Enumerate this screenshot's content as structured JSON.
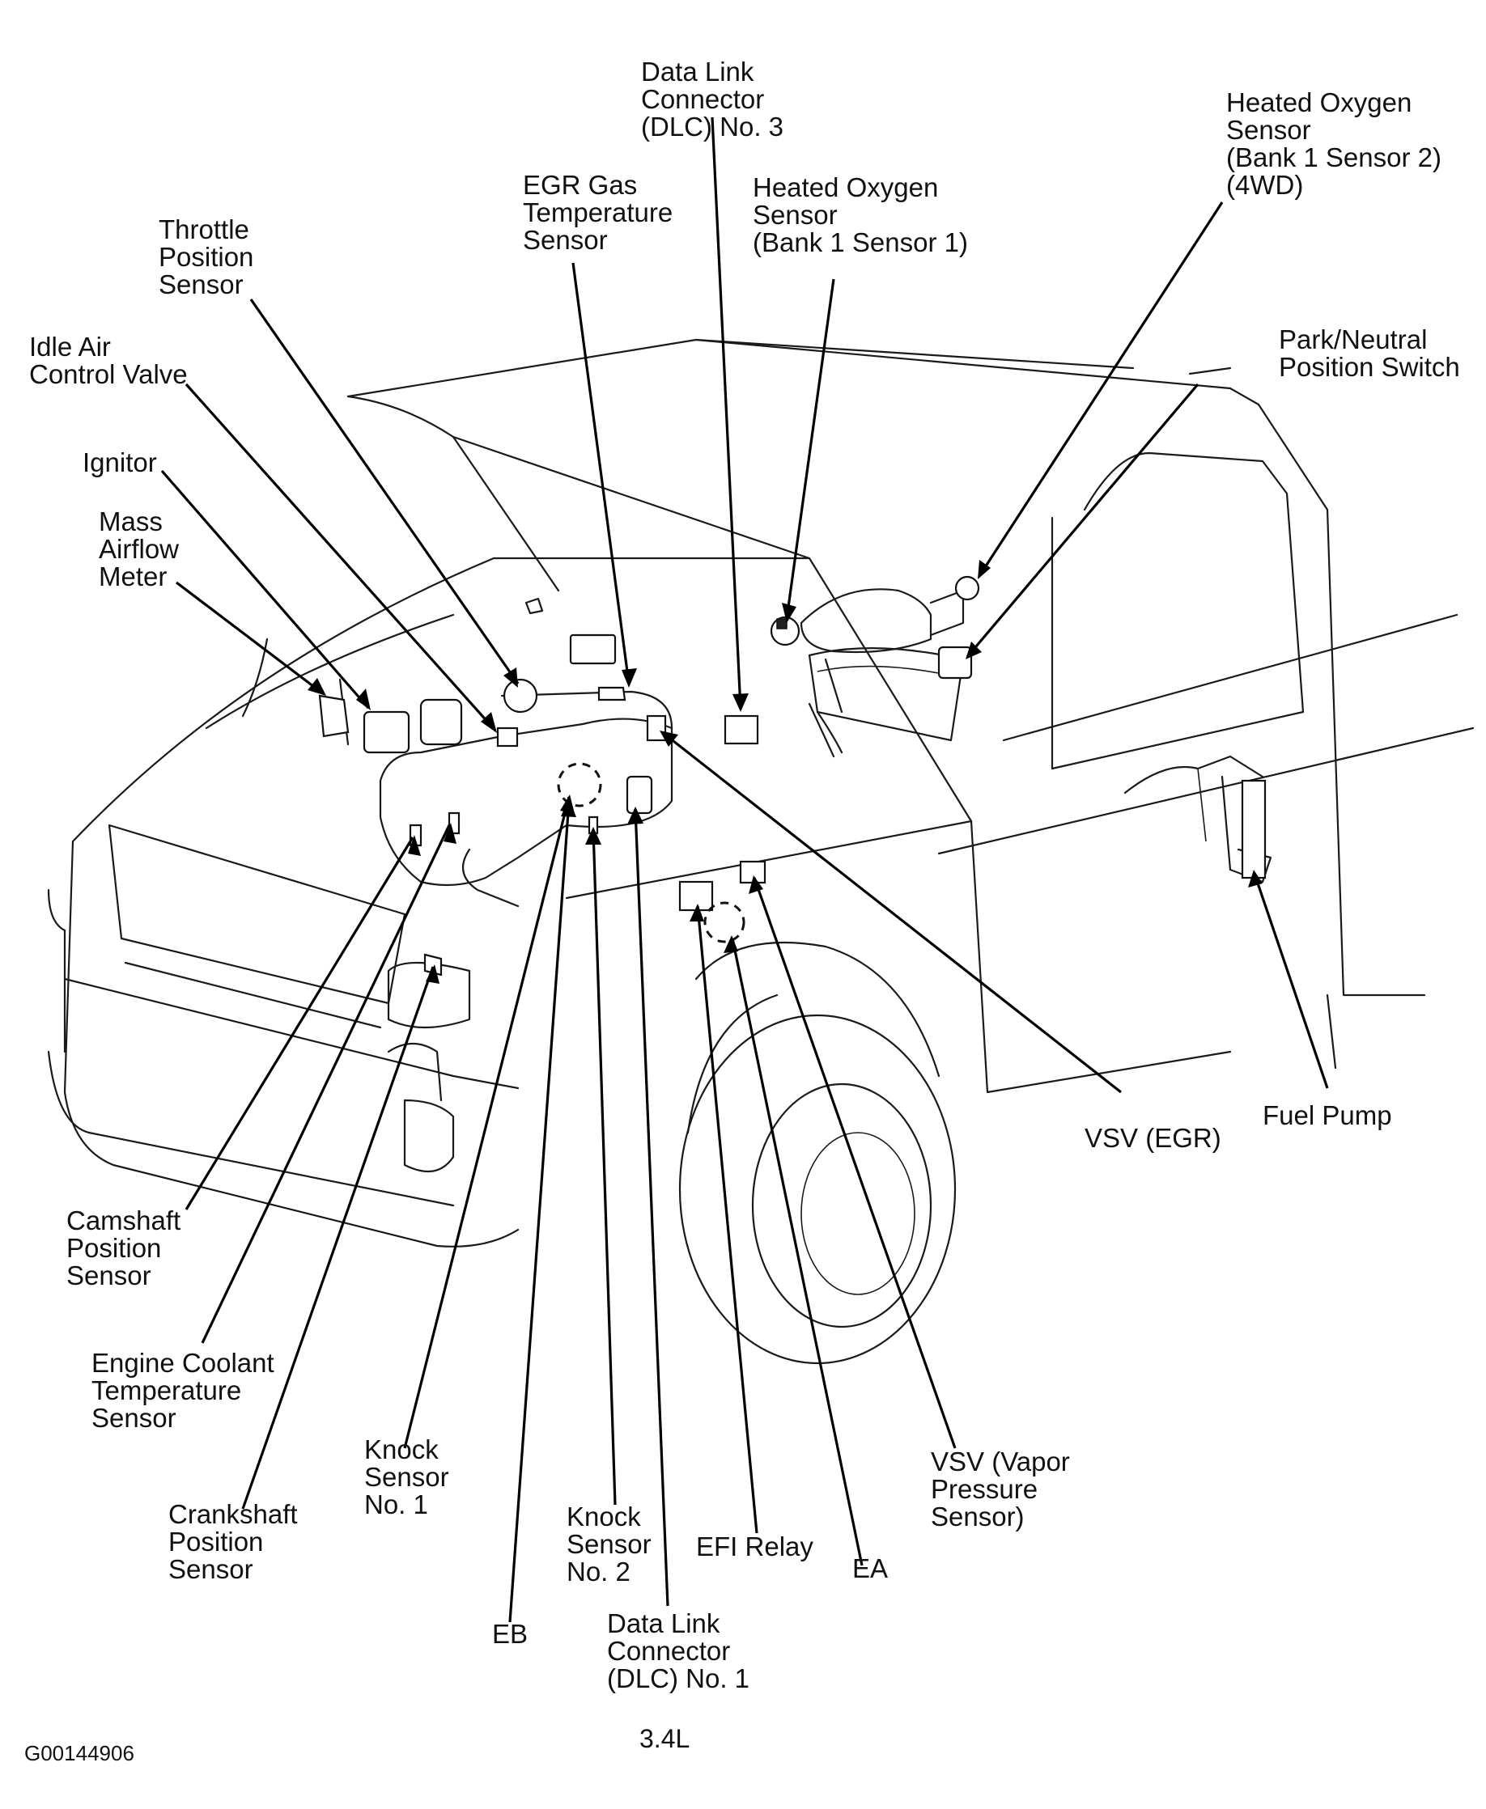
{
  "labels": {
    "dlc3": [
      "Data Link",
      "Connector",
      "(DLC) No. 3"
    ],
    "ho2s_b1s2": [
      "Heated Oxygen",
      "Sensor",
      "(Bank 1 Sensor 2)",
      "(4WD)"
    ],
    "egr_temp": [
      "EGR Gas",
      "Temperature",
      "Sensor"
    ],
    "ho2s_b1s1": [
      "Heated Oxygen",
      "Sensor",
      "(Bank 1 Sensor 1)"
    ],
    "tps": [
      "Throttle",
      "Position",
      "Sensor"
    ],
    "park_neutral": [
      "Park/Neutral",
      "Position Switch"
    ],
    "iacv": [
      "Idle Air",
      "Control Valve"
    ],
    "ignitor": [
      "Ignitor"
    ],
    "maf": [
      "Mass",
      "Airflow",
      "Meter"
    ],
    "vsv_egr": [
      "VSV (EGR)"
    ],
    "fuel_pump": [
      "Fuel Pump"
    ],
    "cmp": [
      "Camshaft",
      "Position",
      "Sensor"
    ],
    "ect": [
      "Engine Coolant",
      "Temperature",
      "Sensor"
    ],
    "knock1": [
      "Knock",
      "Sensor",
      "No. 1"
    ],
    "vsv_vapor": [
      "VSV (Vapor",
      "Pressure",
      "Sensor)"
    ],
    "ckp": [
      "Crankshaft",
      "Position",
      "Sensor"
    ],
    "knock2": [
      "Knock",
      "Sensor",
      "No. 2"
    ],
    "efi_relay": [
      "EFI Relay"
    ],
    "ea": [
      "EA"
    ],
    "eb": [
      "EB"
    ],
    "dlc1": [
      "Data Link",
      "Connector",
      "(DLC) No. 1"
    ]
  },
  "figure_id": "G00144906",
  "engine": "3.4L"
}
